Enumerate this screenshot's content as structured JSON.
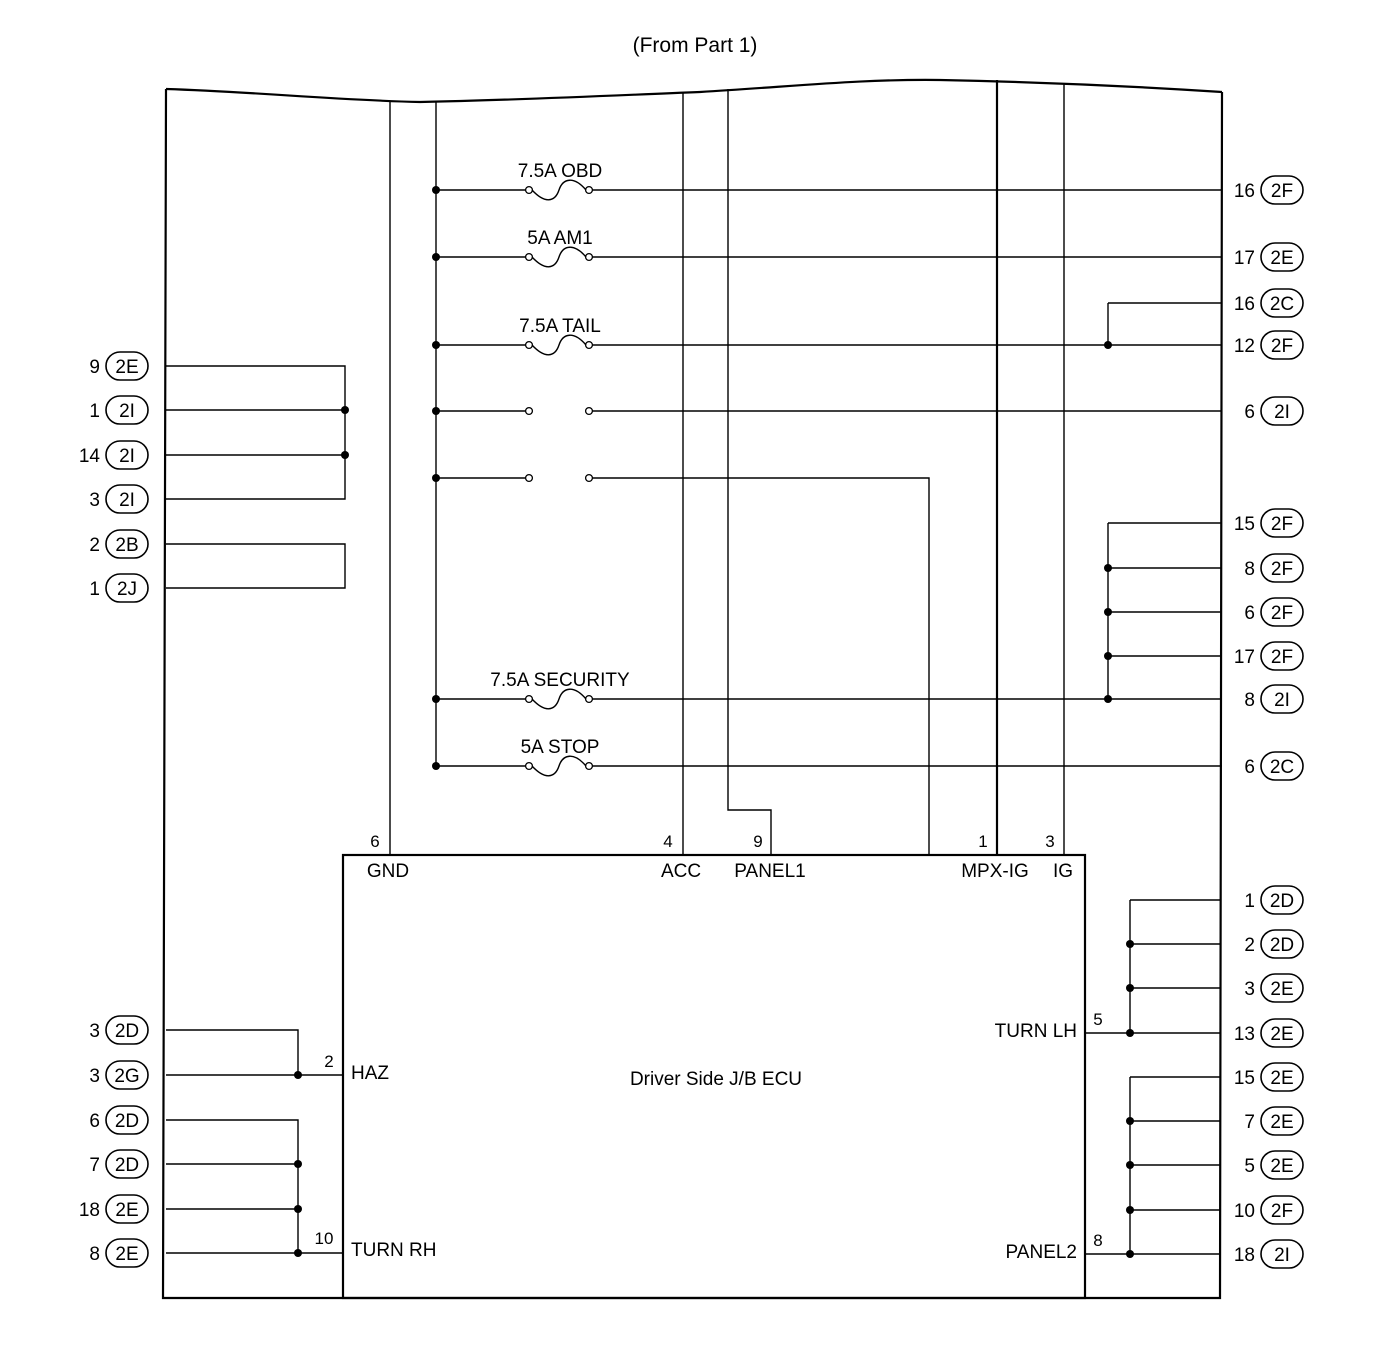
{
  "header": {
    "title": "(From Part 1)"
  },
  "ecu": {
    "name": "Driver Side J/B ECU",
    "top_pins": [
      {
        "num": "6",
        "label": "GND"
      },
      {
        "num": "4",
        "label": "ACC"
      },
      {
        "num": "9",
        "label": "PANEL1"
      },
      {
        "num": "1",
        "label": "MPX-IG"
      },
      {
        "num": "3",
        "label": "IG"
      }
    ],
    "left_pins": [
      {
        "num": "2",
        "label": "HAZ"
      },
      {
        "num": "10",
        "label": "TURN RH"
      }
    ],
    "right_pins": [
      {
        "num": "5",
        "label": "TURN LH"
      },
      {
        "num": "8",
        "label": "PANEL2"
      }
    ]
  },
  "fuses": [
    {
      "label": "7.5A OBD"
    },
    {
      "label": "5A AM1"
    },
    {
      "label": "7.5A TAIL"
    },
    {
      "label": ""
    },
    {
      "label": ""
    },
    {
      "label": "7.5A SECURITY"
    },
    {
      "label": "5A STOP"
    }
  ],
  "left_connectors": [
    {
      "pin": "9",
      "conn": "2E"
    },
    {
      "pin": "1",
      "conn": "2I"
    },
    {
      "pin": "14",
      "conn": "2I"
    },
    {
      "pin": "3",
      "conn": "2I"
    },
    {
      "pin": "2",
      "conn": "2B"
    },
    {
      "pin": "1",
      "conn": "2J"
    },
    {
      "pin": "3",
      "conn": "2D"
    },
    {
      "pin": "3",
      "conn": "2G"
    },
    {
      "pin": "6",
      "conn": "2D"
    },
    {
      "pin": "7",
      "conn": "2D"
    },
    {
      "pin": "18",
      "conn": "2E"
    },
    {
      "pin": "8",
      "conn": "2E"
    }
  ],
  "right_connectors": [
    {
      "pin": "16",
      "conn": "2F"
    },
    {
      "pin": "17",
      "conn": "2E"
    },
    {
      "pin": "16",
      "conn": "2C"
    },
    {
      "pin": "12",
      "conn": "2F"
    },
    {
      "pin": "6",
      "conn": "2I"
    },
    {
      "pin": "15",
      "conn": "2F"
    },
    {
      "pin": "8",
      "conn": "2F"
    },
    {
      "pin": "6",
      "conn": "2F"
    },
    {
      "pin": "17",
      "conn": "2F"
    },
    {
      "pin": "8",
      "conn": "2I"
    },
    {
      "pin": "6",
      "conn": "2C"
    },
    {
      "pin": "1",
      "conn": "2D"
    },
    {
      "pin": "2",
      "conn": "2D"
    },
    {
      "pin": "3",
      "conn": "2E"
    },
    {
      "pin": "13",
      "conn": "2E"
    },
    {
      "pin": "15",
      "conn": "2E"
    },
    {
      "pin": "7",
      "conn": "2E"
    },
    {
      "pin": "5",
      "conn": "2E"
    },
    {
      "pin": "10",
      "conn": "2F"
    },
    {
      "pin": "18",
      "conn": "2I"
    }
  ]
}
